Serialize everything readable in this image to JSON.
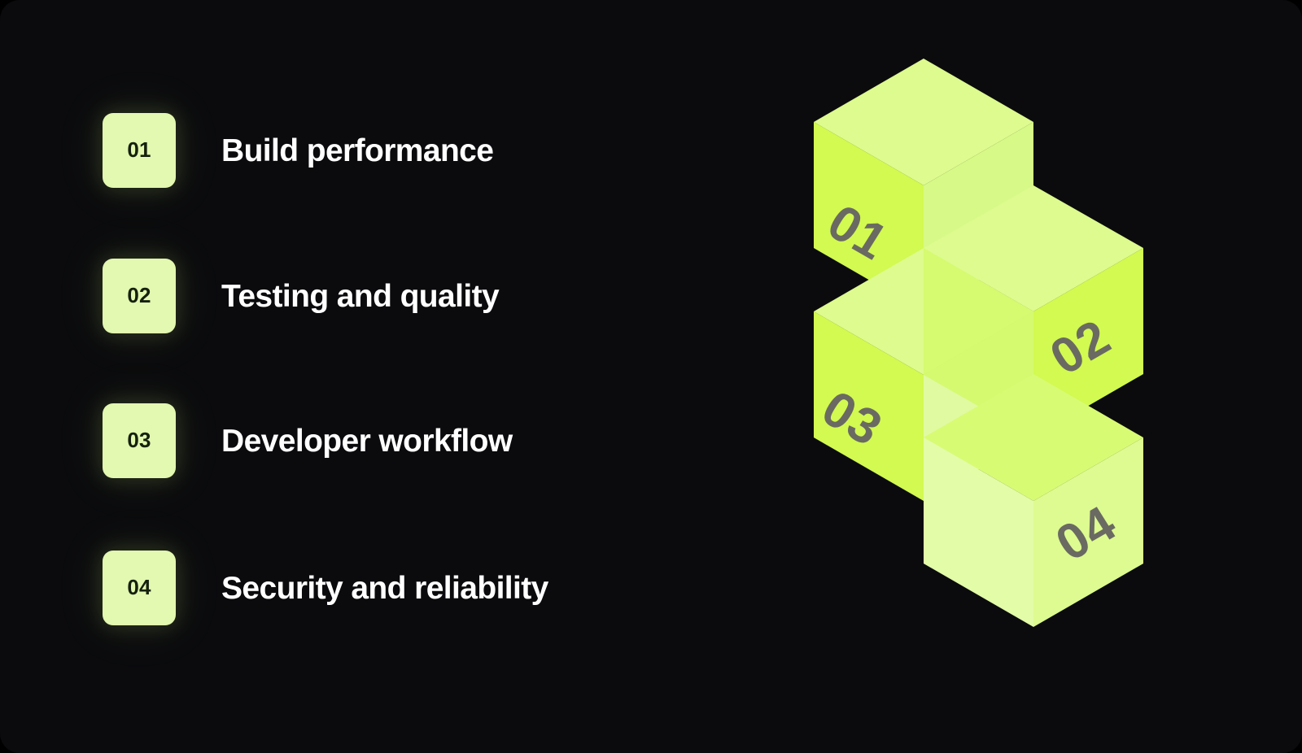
{
  "card": {
    "background_color": "#0B0B0E",
    "outer_color": "#000000",
    "corner_radius": "24px"
  },
  "theme": {
    "accent_pale": "#E3F8B0",
    "accent_lime": "#D2FA50",
    "accent_lime_top": "#DEFC90",
    "accent_lime_side": "#D6F985",
    "badge_text_color": "#15200D",
    "title_color": "#FFFFFF",
    "cube_number_color": "#6A6A62"
  },
  "feature_list": {
    "items": [
      {
        "number": "01",
        "title": "Build performance"
      },
      {
        "number": "02",
        "title": "Testing and quality"
      },
      {
        "number": "03",
        "title": "Developer workflow"
      },
      {
        "number": "04",
        "title": "Security and reliability"
      }
    ]
  },
  "illustration": {
    "type": "isometric-cube-stack",
    "arrangement": "zigzag",
    "cubes": [
      {
        "number": "01",
        "position": "top-left",
        "number_face": "left"
      },
      {
        "number": "02",
        "position": "upper-right",
        "number_face": "right"
      },
      {
        "number": "03",
        "position": "lower-left",
        "number_face": "left"
      },
      {
        "number": "04",
        "position": "bottom-right",
        "number_face": "right"
      }
    ]
  }
}
